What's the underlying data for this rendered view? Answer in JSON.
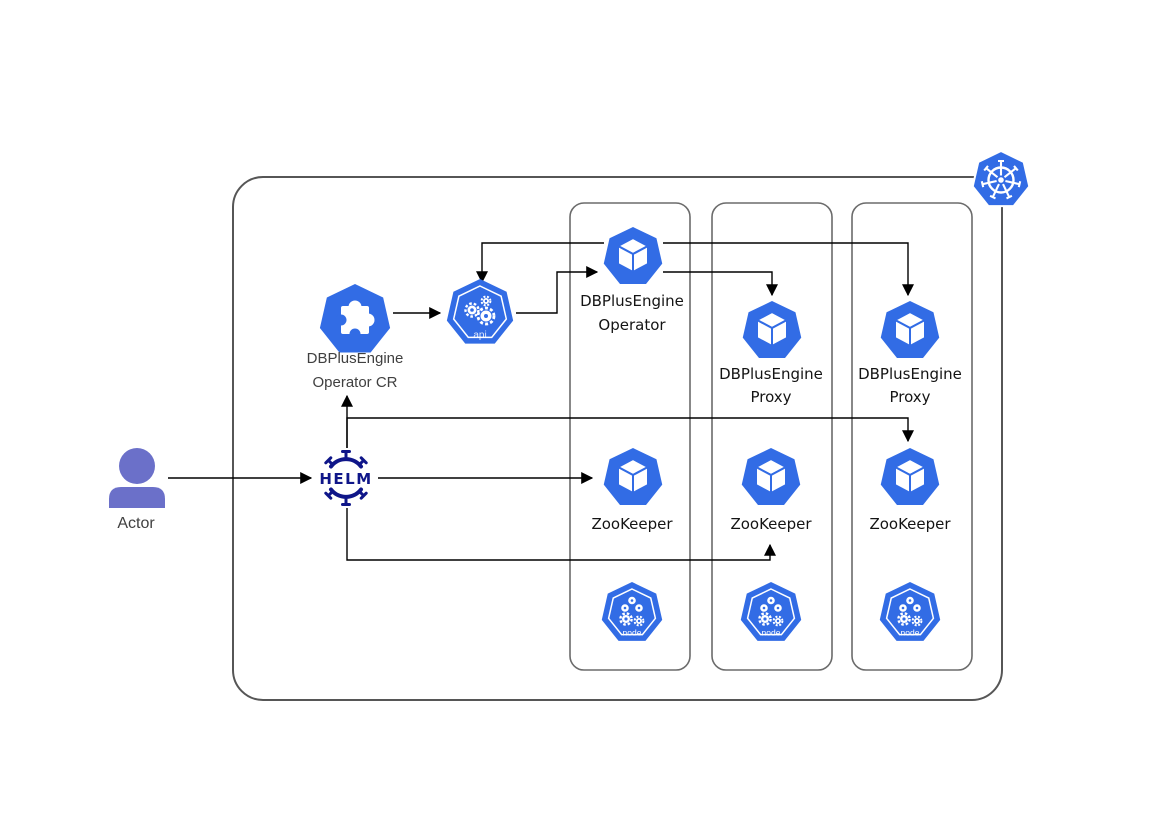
{
  "diagram": {
    "type": "kubernetes-architecture",
    "actor": {
      "label": "Actor"
    },
    "helm": {
      "label": "HELM"
    },
    "crd": {
      "line1": "DBPlusEngine",
      "line2": "Operator CR"
    },
    "api_server": {
      "icon_label": "api"
    },
    "kubernetes_logo": {
      "icon": "kubernetes-wheel-icon"
    },
    "nodes": [
      {
        "workload": {
          "line1": "DBPlusEngine",
          "line2": "Operator"
        },
        "zookeeper": {
          "label": "ZooKeeper"
        },
        "node_icon_label": "node"
      },
      {
        "workload": {
          "line1": "DBPlusEngine",
          "line2": "Proxy"
        },
        "zookeeper": {
          "label": "ZooKeeper"
        },
        "node_icon_label": "node"
      },
      {
        "workload": {
          "line1": "DBPlusEngine",
          "line2": "Proxy"
        },
        "zookeeper": {
          "label": "ZooKeeper"
        },
        "node_icon_label": "node"
      }
    ],
    "edges": [
      {
        "from": "actor",
        "to": "helm"
      },
      {
        "from": "helm",
        "to": "dbplusengine-operator-cr"
      },
      {
        "from": "dbplusengine-operator-cr",
        "to": "api-server"
      },
      {
        "from": "dbplusengine-operator",
        "to": "api-server"
      },
      {
        "from": "api-server",
        "to": "dbplusengine-operator"
      },
      {
        "from": "dbplusengine-operator",
        "to": "dbplusengine-proxy-node2"
      },
      {
        "from": "dbplusengine-operator",
        "to": "dbplusengine-proxy-node3"
      },
      {
        "from": "helm",
        "to": "zookeeper-node1"
      },
      {
        "from": "helm",
        "to": "zookeeper-node2"
      },
      {
        "from": "helm",
        "to": "zookeeper-node3"
      }
    ],
    "colors": {
      "kubernetes_blue": "#326CE5",
      "helm_navy": "#0F1689",
      "actor_purple": "#6B70C9",
      "edge_black": "#000000",
      "container_border": "#616161",
      "background": "#FFFFFF"
    }
  }
}
